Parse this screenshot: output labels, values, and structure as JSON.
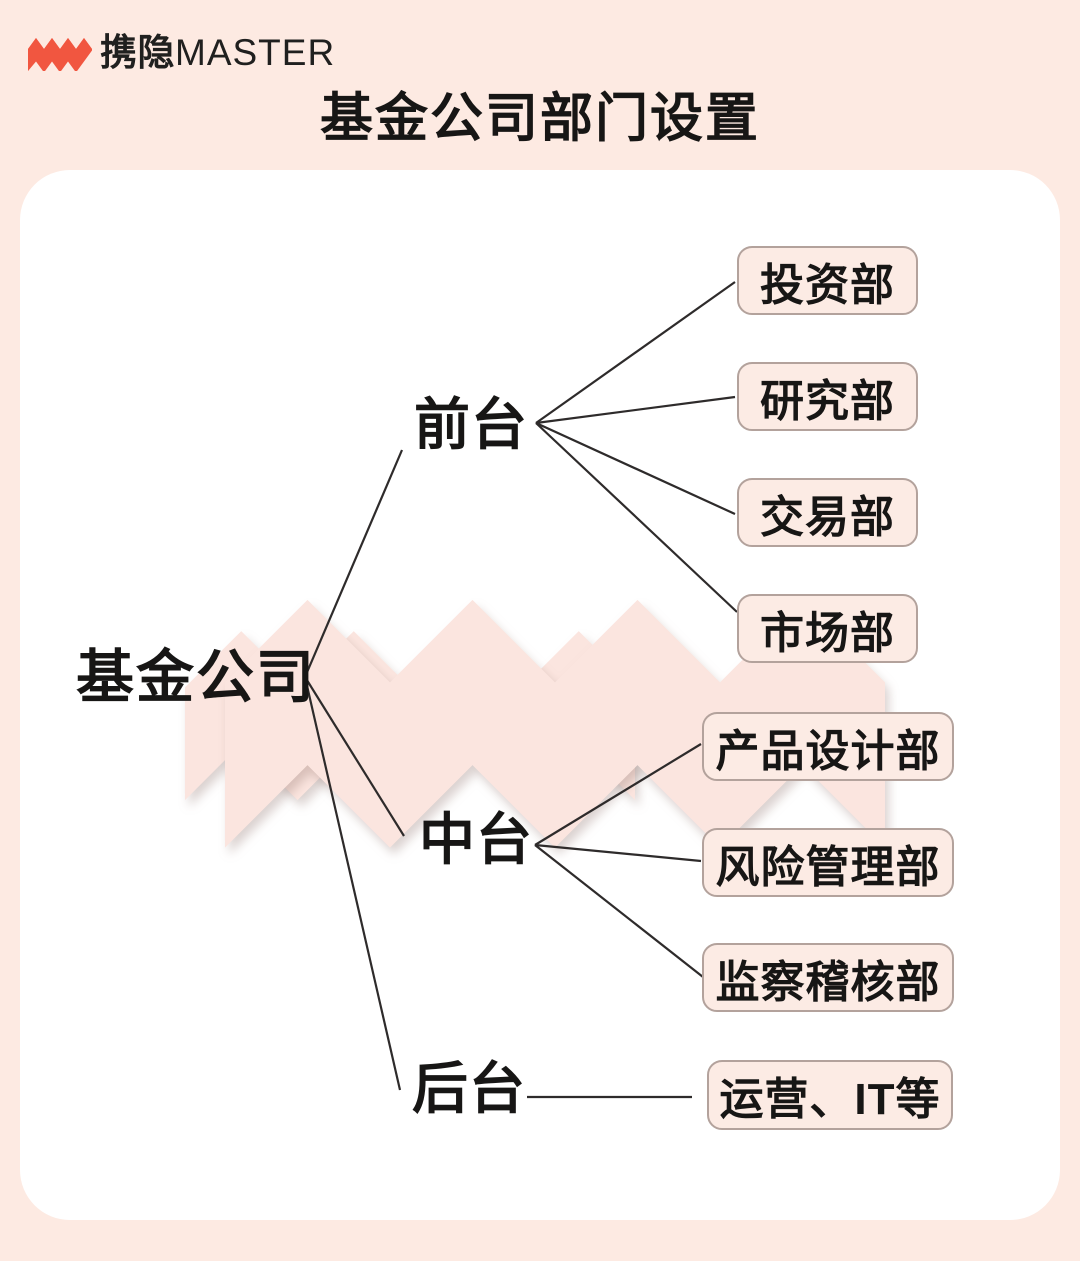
{
  "logo": {
    "brand_cn": "携隐",
    "brand_en": "MASTER",
    "icon": "w-zigzag-icon",
    "icon_color": "#f15640"
  },
  "title": "基金公司部门设置",
  "tree": {
    "root": "基金公司",
    "groups": [
      {
        "label": "前台",
        "children": [
          "投资部",
          "研究部",
          "交易部",
          "市场部"
        ]
      },
      {
        "label": "中台",
        "children": [
          "产品设计部",
          "风险管理部",
          "监察稽核部"
        ]
      },
      {
        "label": "后台",
        "children": [
          "运营、IT等"
        ]
      }
    ]
  },
  "colors": {
    "background": "#fdeae2",
    "card": "#ffffff",
    "box_fill": "#fcebe4",
    "box_border": "#b3a29c",
    "line": "#2e2b2b",
    "accent_red": "#f15640",
    "watermark_pink": "#fbe5df",
    "text": "#171615"
  }
}
